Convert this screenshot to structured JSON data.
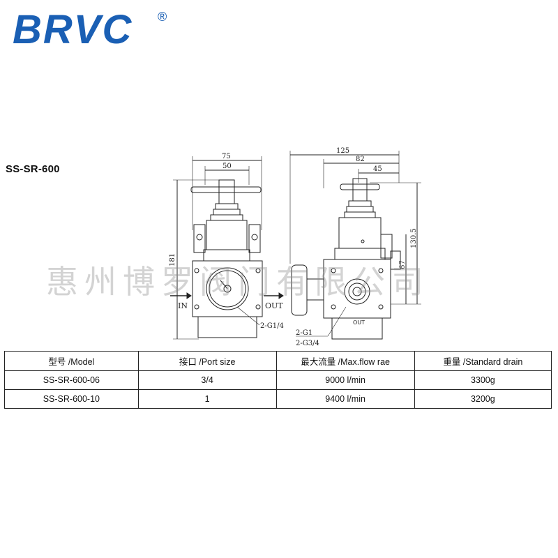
{
  "brand": {
    "logo_text": "BRVC",
    "registered_mark": "®",
    "color": "#1a5fb4"
  },
  "model_title": "SS-SR-600",
  "watermark": "惠州博罗阀门有限公司",
  "drawing": {
    "dims_front": {
      "width_outer": "75",
      "width_inner": "50",
      "height": "181"
    },
    "dims_side": {
      "total": "125",
      "mid": "82",
      "small": "45",
      "h1": "130.5",
      "h2": "67"
    },
    "labels": {
      "in": "IN",
      "out": "OUT",
      "port_front": "2-G1/4",
      "port_side_1": "2-G1",
      "port_side_2": "2-G3/4",
      "out_side": "OUT"
    }
  },
  "table": {
    "headers": [
      "型号 /Model",
      "接口 /Port size",
      "最大流量 /Max.flow rae",
      "重量 /Standard drain"
    ],
    "rows": [
      [
        "SS-SR-600-06",
        "3/4",
        "9000 l/min",
        "3300g"
      ],
      [
        "SS-SR-600-10",
        "1",
        "9400 l/min",
        "3200g"
      ]
    ]
  }
}
